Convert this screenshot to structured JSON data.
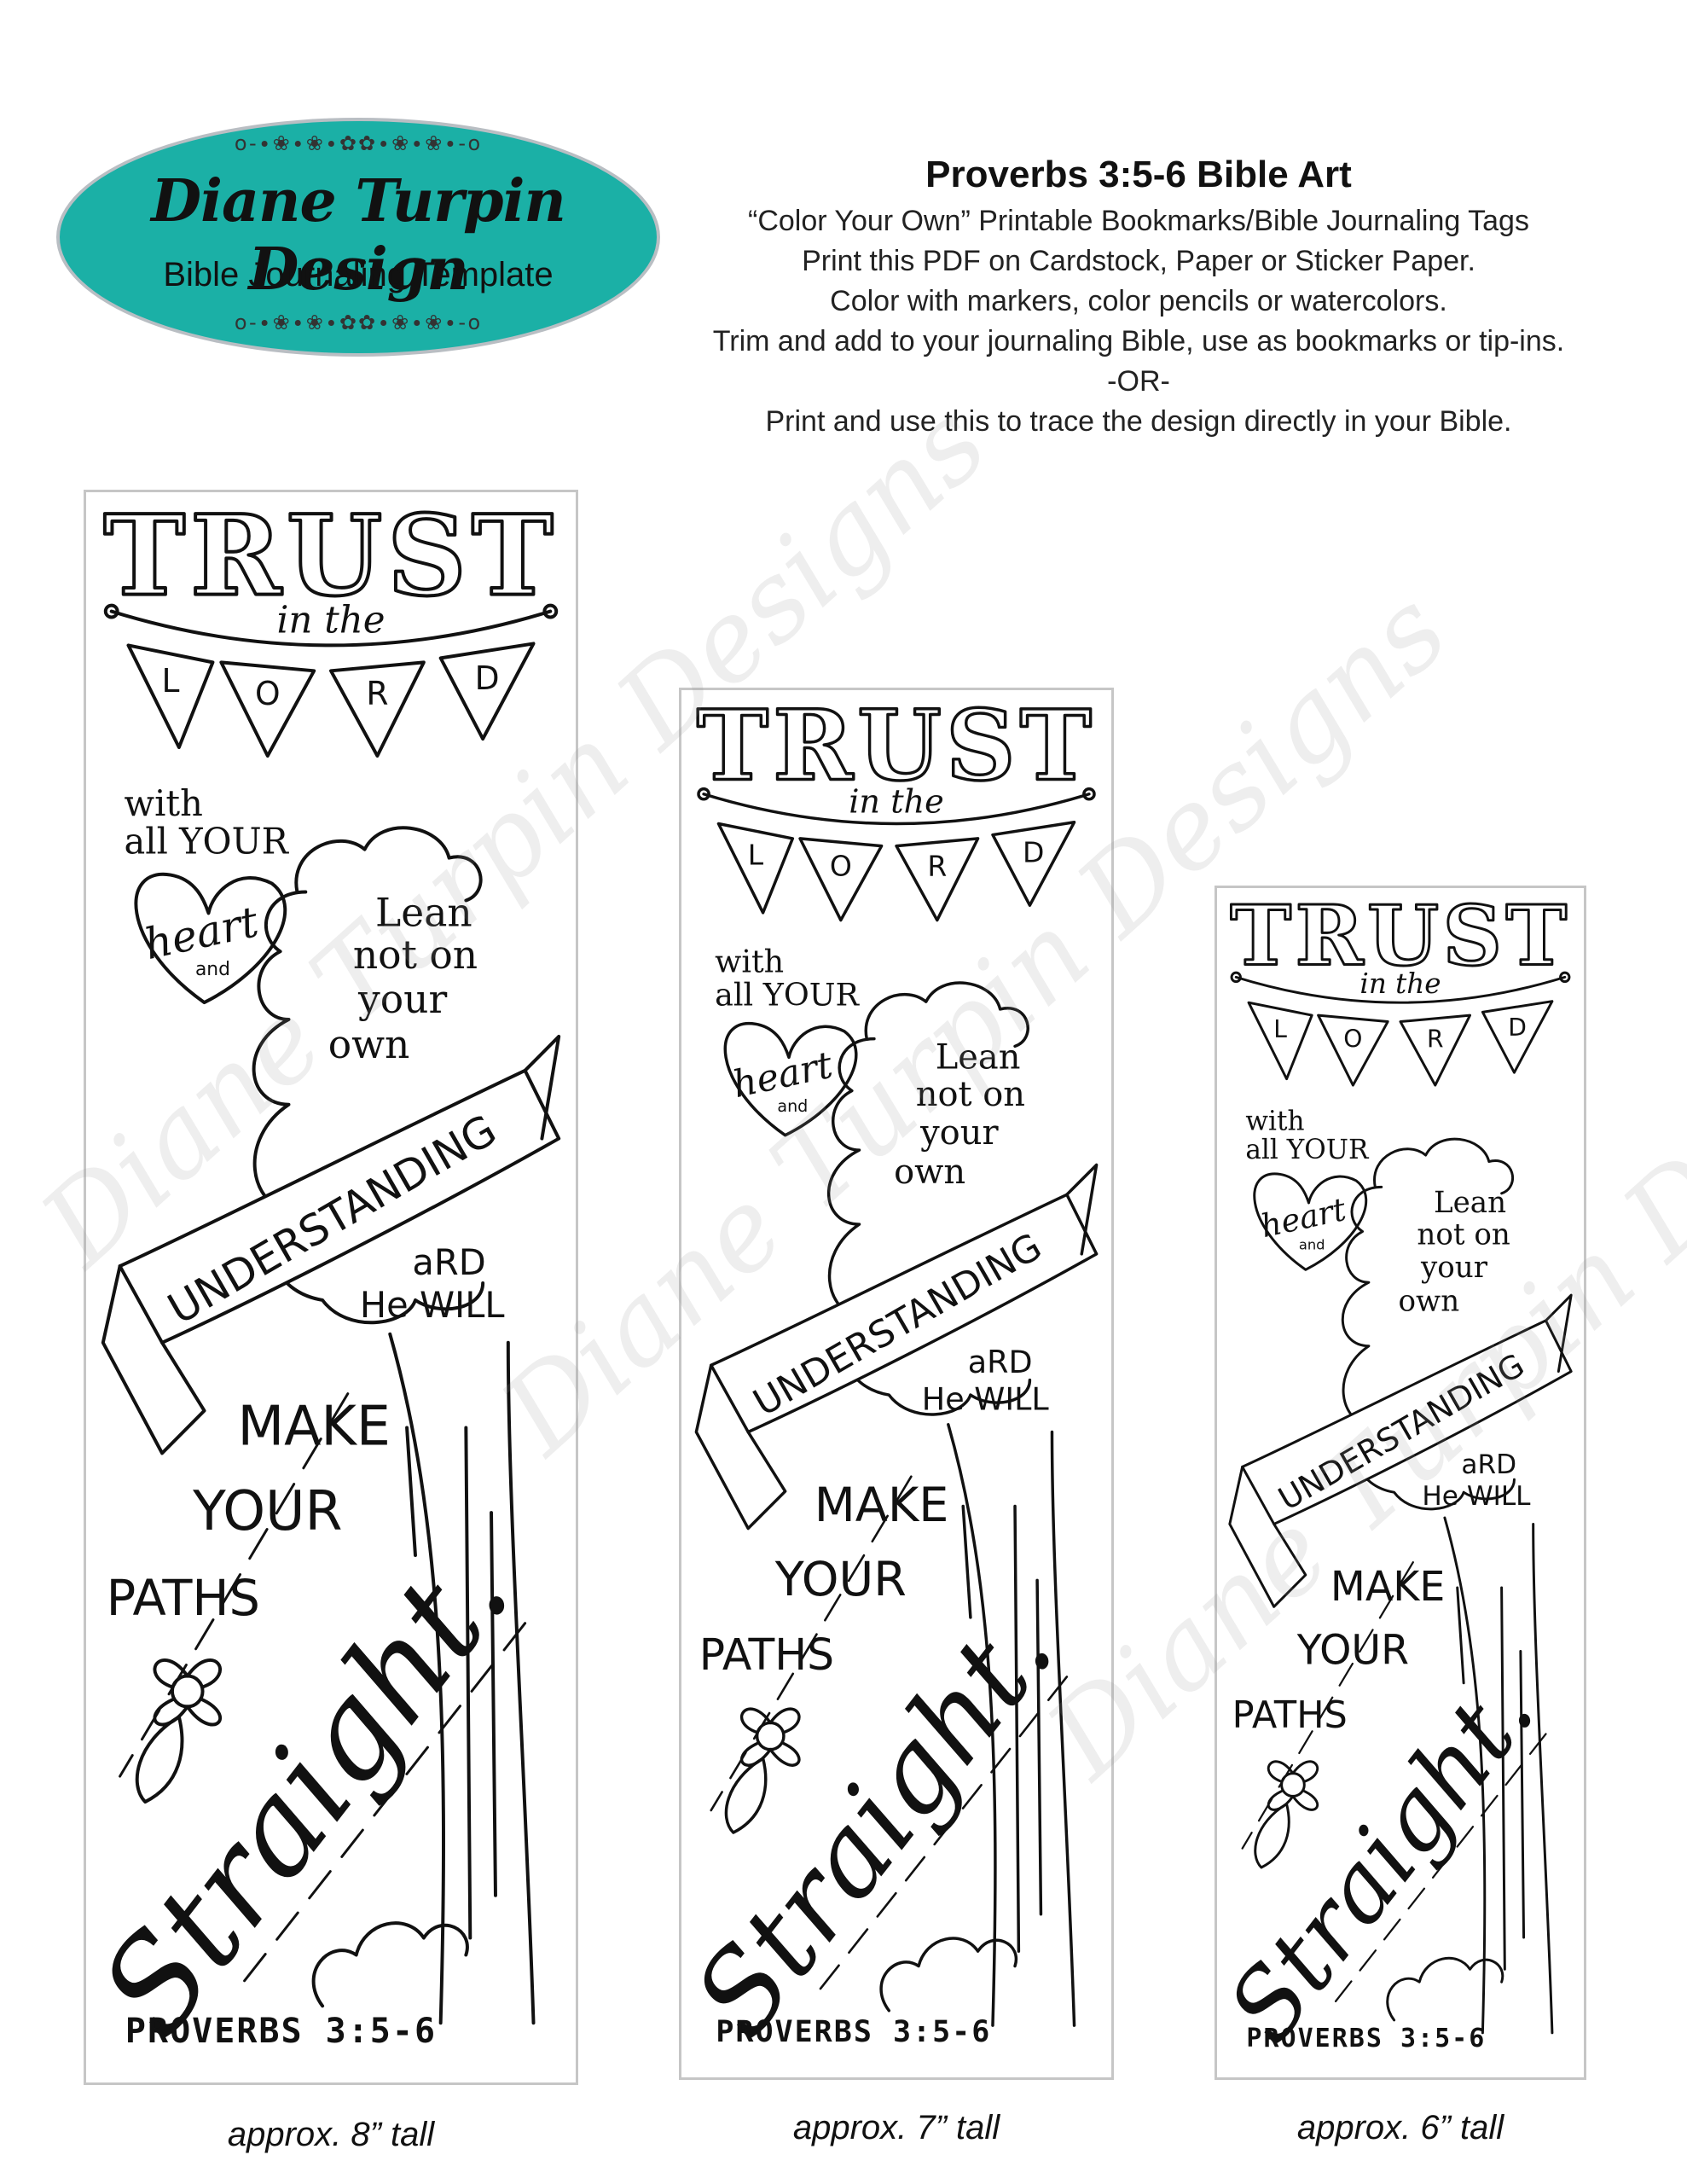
{
  "logo": {
    "title": "Diane Turpin Design",
    "subtitle": "Bible Journaling Template"
  },
  "intro": {
    "title": "Proverbs 3:5-6 Bible Art",
    "lines": [
      "“Color Your Own” Printable Bookmarks/Bible Journaling Tags",
      "Print this PDF on Cardstock, Paper or Sticker Paper.",
      "Color with markers, color pencils or watercolors.",
      "Trim and add to your journaling Bible, use as bookmarks or tip-ins.",
      "-OR-",
      "Print and use this to trace the design directly in your Bible."
    ]
  },
  "artwork": {
    "trust": "TRUST",
    "in_the": "in the",
    "lord": [
      "L",
      "O",
      "R",
      "D"
    ],
    "with": "with",
    "all_your": "all YOUR",
    "heart": "heart",
    "and_small": "and",
    "lean": "Lean",
    "not_on": "not on",
    "your_lower": "your",
    "own": "own",
    "understanding": "UNDERSTANDING",
    "and_caps": "aRD",
    "he_will": "He WILL",
    "make": "MAKE",
    "your": "YOUR",
    "paths": "PATHS",
    "straight": "Straight.",
    "reference": "PROVERBS 3:5-6"
  },
  "bookmarks": [
    {
      "size_label": "approx. 8” tall"
    },
    {
      "size_label": "approx. 7” tall"
    },
    {
      "size_label": "approx. 6” tall"
    }
  ],
  "watermark": "Diane Turpin Designs"
}
